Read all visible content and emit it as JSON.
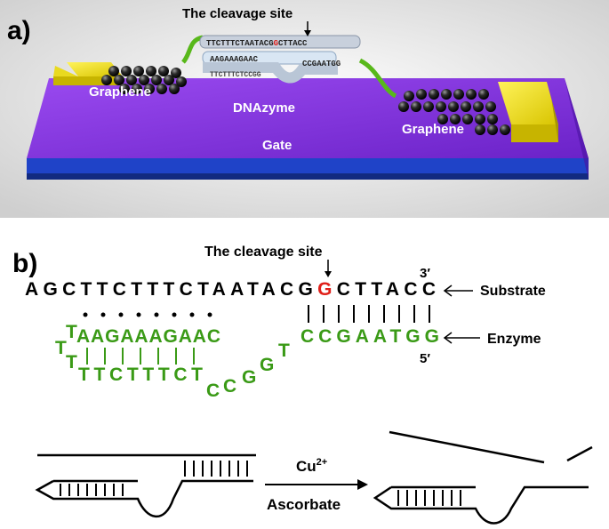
{
  "panel_a": {
    "label": "a)",
    "cleavage_title": "The cleavage site",
    "strand_top": "TTCTTTCTAATACG",
    "strand_top_red": "G",
    "strand_top_end": "CTTACC",
    "strand_mid": "AAGAAAGAAC",
    "strand_mid_right": "CCGAATGG",
    "strand_bottom": "TTCTTTCTCCGG",
    "left_graphene": "Graphene",
    "right_graphene": "Graphene",
    "dnazyme": "DNAzyme",
    "gate": "Gate",
    "colors": {
      "substrate_purple": "#7a2fd6",
      "gate_blue": "#1f43c8",
      "electrode_yellow": "#e8d800"
    }
  },
  "panel_b": {
    "label": "b)",
    "cleavage_title": "The cleavage site",
    "substrate_before": "AGCTTCTTTCTAATACG",
    "substrate_red": "G",
    "substrate_after": "CTTACC",
    "three_prime": "3′",
    "five_prime": "5′",
    "substrate_label": "Substrate",
    "enzyme_label": "Enzyme",
    "enzyme_top": "AAGAAAGAAC",
    "enzyme_right": "CCGAATGG",
    "enzyme_bottom": "TTCTTTCT",
    "enzyme_loop_left_t1": "T",
    "enzyme_loop_left_t2": "T",
    "enzyme_loop_left_t3": "T",
    "loop_c1": "C",
    "loop_c2": "C",
    "loop_g1": "G",
    "loop_g2": "G",
    "loop_t": "T",
    "reagent_top": "Cu",
    "reagent_sup": "2+",
    "reagent_bottom": "Ascorbate",
    "colors": {
      "enzyme_green": "#3a9a16",
      "cleavage_red": "#e0201a"
    }
  }
}
